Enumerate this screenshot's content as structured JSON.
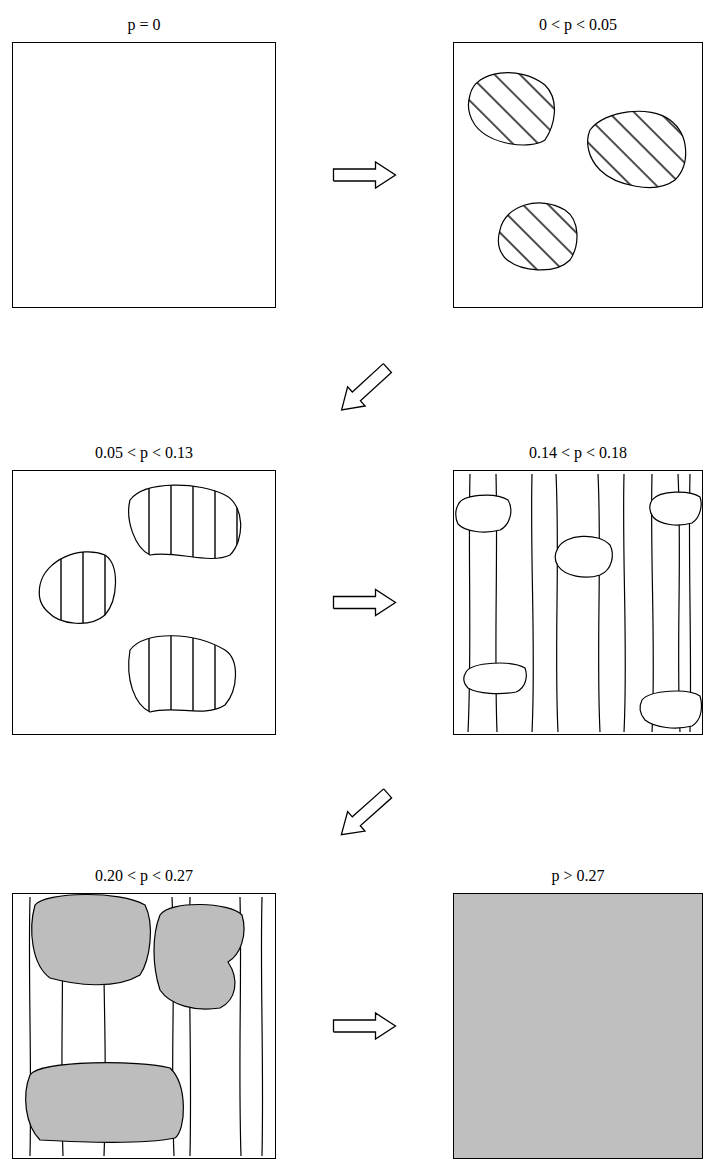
{
  "diagram": {
    "nodes": [
      {
        "text": [
          "p = 0"
        ]
      },
      {
        "text": [
          "0 < p < 0.05"
        ]
      },
      {
        "text": [
          "0.05 < p < 0.13"
        ]
      },
      {
        "text": [
          "0.14 < p < 0.18"
        ]
      },
      {
        "text": [
          "0.20 < p < 0.27"
        ]
      },
      {
        "text": [
          "p > 0.27"
        ]
      }
    ],
    "edges": [
      {
        "from": 0,
        "to": 1,
        "arrow": "to"
      },
      {
        "from": 1,
        "to": 2,
        "arrow": "to"
      },
      {
        "from": 2,
        "to": 3,
        "arrow": "to"
      },
      {
        "from": 3,
        "to": 4,
        "arrow": "to"
      },
      {
        "from": 4,
        "to": 5,
        "arrow": "to"
      }
    ]
  }
}
